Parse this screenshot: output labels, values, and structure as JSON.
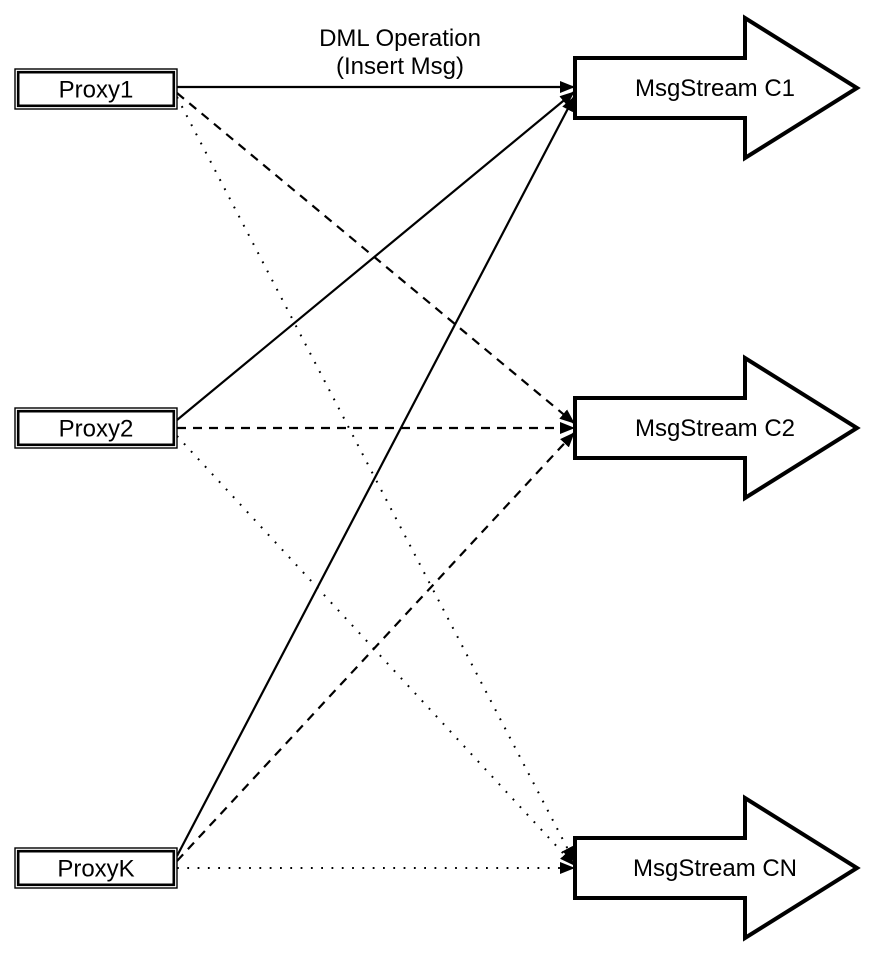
{
  "diagram": {
    "background": "#ffffff",
    "stroke_color": "#000000",
    "node_fill": "#ffffff",
    "edge_label": {
      "line1": "DML Operation",
      "line2": "(Insert Msg)"
    },
    "proxies": [
      {
        "label": "Proxy1"
      },
      {
        "label": "Proxy2"
      },
      {
        "label": "ProxyK"
      }
    ],
    "streams": [
      {
        "label": "MsgStream C1"
      },
      {
        "label": "MsgStream C2"
      },
      {
        "label": "MsgStream CN"
      }
    ],
    "connections": [
      {
        "from": "Proxy1",
        "to": "MsgStream C1",
        "style": "solid"
      },
      {
        "from": "Proxy2",
        "to": "MsgStream C1",
        "style": "solid"
      },
      {
        "from": "ProxyK",
        "to": "MsgStream C1",
        "style": "solid"
      },
      {
        "from": "Proxy1",
        "to": "MsgStream C2",
        "style": "dashed"
      },
      {
        "from": "Proxy2",
        "to": "MsgStream C2",
        "style": "dashed"
      },
      {
        "from": "ProxyK",
        "to": "MsgStream C2",
        "style": "dashed"
      },
      {
        "from": "Proxy1",
        "to": "MsgStream CN",
        "style": "dotted"
      },
      {
        "from": "Proxy2",
        "to": "MsgStream CN",
        "style": "dotted"
      },
      {
        "from": "ProxyK",
        "to": "MsgStream CN",
        "style": "dotted"
      }
    ]
  }
}
